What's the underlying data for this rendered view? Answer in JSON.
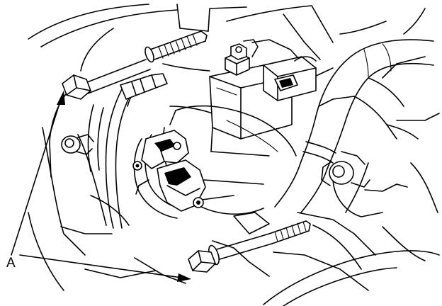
{
  "diagram": {
    "callout_label": "A",
    "parts": [
      "upper-bolt",
      "lower-bolt",
      "starter-motor",
      "solenoid",
      "harness-connector",
      "cable-bracket",
      "hose",
      "callout-arrows"
    ]
  }
}
